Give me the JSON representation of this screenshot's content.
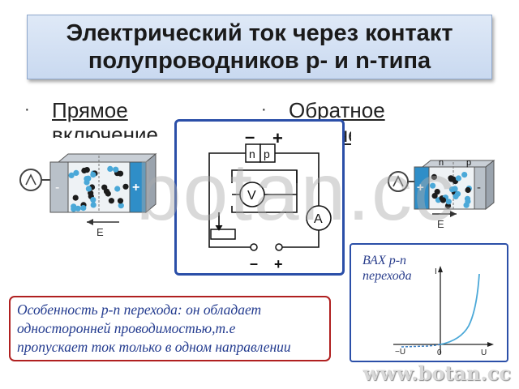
{
  "title": {
    "line1": "Электрический ток через контакт",
    "line2": "полупроводников  р- и  n-типа"
  },
  "bullets": {
    "marker": "·",
    "forward_line1": "Прямое",
    "forward_line2": "включение",
    "reverse_line1": "Обратное",
    "reverse_line2": "включение"
  },
  "left_diagram": {
    "minus": "-",
    "plus": "+",
    "field": "E"
  },
  "circuit": {
    "battery_minus": "–",
    "battery_plus": "+",
    "n_label": "n",
    "p_label": "p",
    "voltmeter": "V",
    "ammeter": "A",
    "terminal_minus": "–",
    "terminal_plus": "+"
  },
  "right_diagram": {
    "n_label": "n",
    "p_label": "p",
    "plus": "+",
    "minus": "-",
    "field": "E"
  },
  "vax": {
    "title_line1": "ВАХ  р-п",
    "title_line2": "перехода",
    "y_axis": "I",
    "neg_u": "−U",
    "zero": "0",
    "u": "U"
  },
  "note": {
    "line1": "Особенность р-п перехода: он обладает",
    "line2": "односторонней проводимостью,т.е",
    "line3": "пропускает ток только в одном направлении"
  },
  "watermark": {
    "center": "botan.cc",
    "url": "www.botan.cc"
  },
  "colors": {
    "frame_blue": "#2b4fa8",
    "note_border": "#b02020",
    "note_text": "#233b8f",
    "hole_blue": "#4aa8d8",
    "electron_dark": "#1c1c1c"
  }
}
